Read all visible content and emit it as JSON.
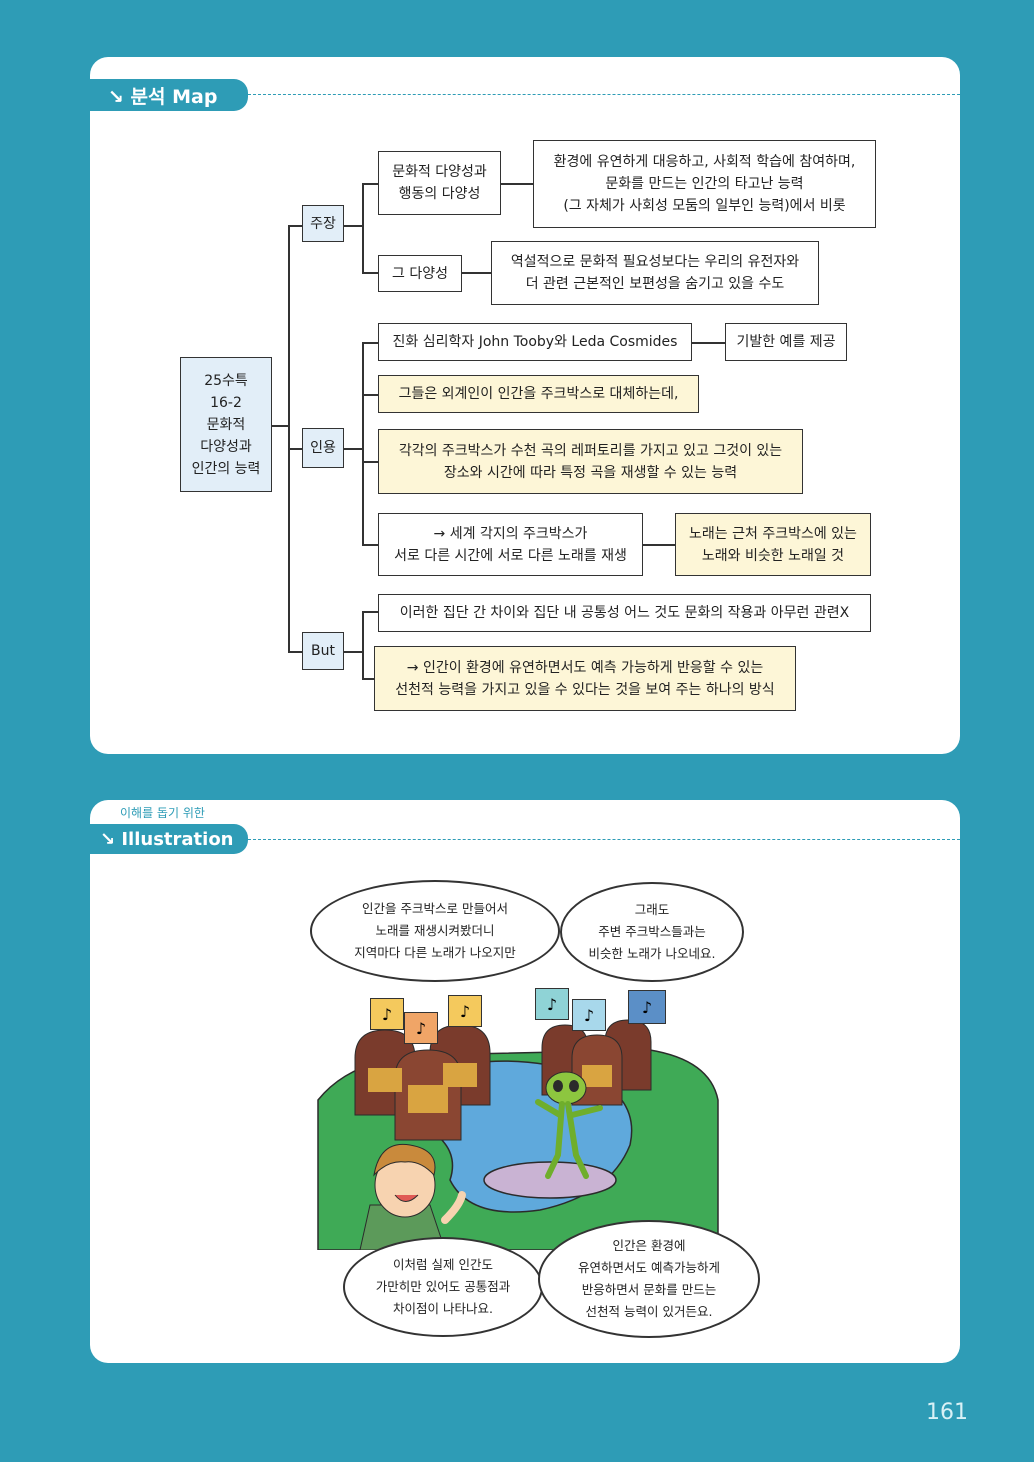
{
  "analysis": {
    "tab_label": "↘ 분석 Map",
    "root": "25수특\n16-2\n문화적\n다양성과\n인간의 능력",
    "claim": {
      "label": "주장",
      "b1": "문화적 다양성과\n행동의 다양성",
      "b1_detail": "환경에 유연하게 대응하고, 사회적 학습에 참여하며,\n문화를 만드는 인간의 타고난 능력\n(그 자체가 사회성 모둠의 일부인 능력)에서 비롯",
      "b2": "그 다양성",
      "b2_detail": "역설적으로 문화적 필요성보다는 우리의 유전자와\n더 관련 근본적인 보편성을 숨기고 있을 수도"
    },
    "cite": {
      "label": "인용",
      "c1": "진화 심리학자 John Tooby와 Leda Cosmides",
      "c1_detail": "기발한 예를 제공",
      "c2": "그들은 외계인이 인간을 주크박스로 대체하는데,",
      "c3": "각각의 주크박스가 수천 곡의 레퍼토리를 가지고 있고 그것이 있는\n장소와 시간에 따라 특정 곡을 재생할 수 있는 능력",
      "c4": "→  세계 각지의 주크박스가\n서로 다른 시간에 서로 다른 노래를 재생",
      "c4_detail": "노래는 근처 주크박스에 있는\n노래와 비슷한 노래일 것"
    },
    "but": {
      "label": "But",
      "d1": "이러한 집단 간 차이와 집단 내 공통성 어느 것도 문화의 작용과 아무런 관련X",
      "d2": "→ 인간이 환경에 유연하면서도 예측 가능하게 반응할 수 있는\n선천적 능력을 가지고 있을 수 있다는 것을 보여 주는 하나의 방식"
    }
  },
  "illustration": {
    "small_label": "이해를 돕기 위한",
    "tab_label": "↘ Illustration",
    "bubble1": "인간을 주크박스로 만들어서\n노래를 재생시켜봤더니\n지역마다 다른 노래가 나오지만",
    "bubble2": "그래도\n주변 주크박스들과는\n비슷한 노래가 나오네요.",
    "bubble3": "이처럼 실제 인간도\n가만히만 있어도 공통점과\n차이점이 나타나요.",
    "bubble4": "인간은 환경에\n유연하면서도 예측가능하게\n반응하면서 문화를 만드는\n선천적 능력이 있거든요.",
    "note_symbol": "♪"
  },
  "page_number": "161",
  "colors": {
    "page_bg": "#2e9cb6",
    "yellow_box": "#fdf6d7",
    "blue_box": "#e2eef8"
  }
}
